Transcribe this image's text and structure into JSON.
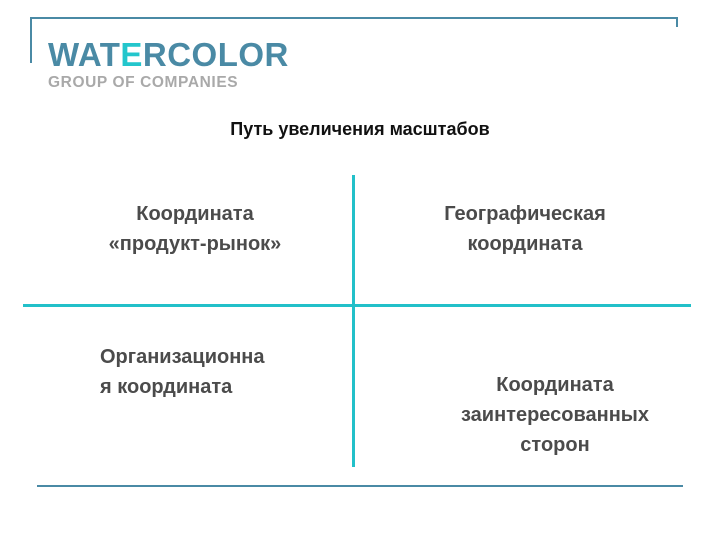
{
  "logo": {
    "word_part1": "WAT",
    "word_accent": "E",
    "word_part2": "RCOLOR",
    "subtitle": "GROUP OF COMPANIES"
  },
  "title": "Путь увеличения масштабов",
  "quadrants": {
    "top_left": [
      "Координата",
      "«продукт-рынок»"
    ],
    "top_right": [
      "Географическая",
      "координата"
    ],
    "bottom_left": [
      "Организационна",
      "я координата"
    ],
    "bottom_right": [
      "Координата",
      "заинтересованных",
      "сторон"
    ]
  },
  "colors": {
    "brand_blue": "#4a8aa5",
    "accent_cyan": "#22c0c9",
    "logo_gray": "#a9a9a9",
    "text_gray": "#4b4b4b"
  }
}
